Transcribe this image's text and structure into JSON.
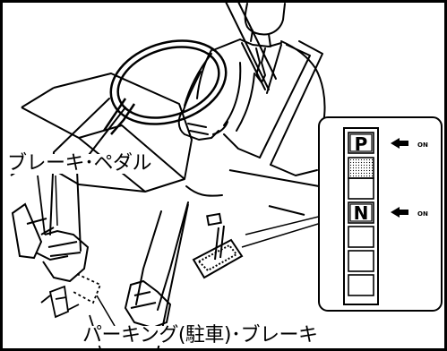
{
  "labels": {
    "brake_pedal": "ブレーキ･ペダル",
    "parking_brake": "パーキング(駐車)･ブレーキ"
  },
  "gear_indicator": {
    "positions": [
      "P",
      "",
      "",
      "N",
      "",
      "",
      ""
    ],
    "highlighted": [
      "P",
      "N"
    ],
    "arrow_label": "ON"
  },
  "colors": {
    "ink": "#000000",
    "paper": "#ffffff"
  }
}
